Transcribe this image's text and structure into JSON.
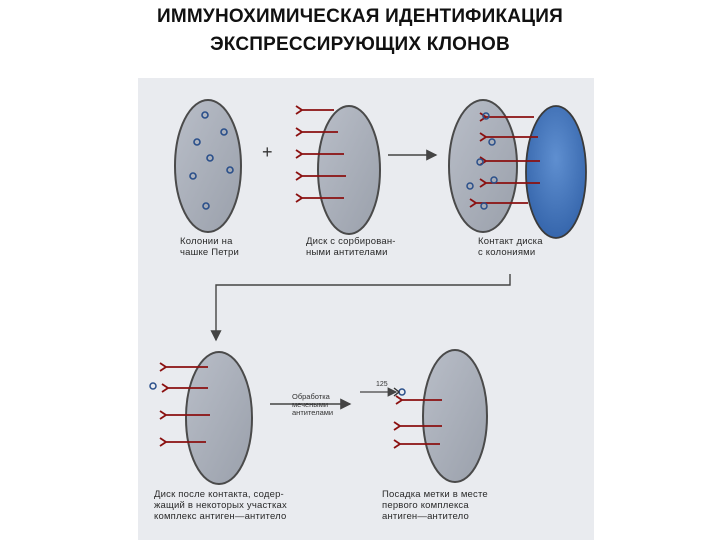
{
  "title": {
    "line1": "ИММУНОХИМИЧЕСКАЯ ИДЕНТИФИКАЦИЯ",
    "line2": "ЭКСПРЕССИРУЮЩИХ КЛОНОВ"
  },
  "diagram": {
    "plus_sign": "+",
    "isotope_label": "125",
    "captions": {
      "petri": [
        "Колонии на",
        "чашке Петри"
      ],
      "disk": [
        "Диск с сорбирован-",
        "ными антителами"
      ],
      "contact": [
        "Контакт диска",
        "с колониями"
      ],
      "after_contact": [
        "Диск после контакта, содер-",
        "жащий в некоторых участках",
        "комплекс антиген—антитело"
      ],
      "labeled": [
        "Посадка метки в месте",
        "первого комплекса",
        "антиген—антитело"
      ],
      "processing": [
        "Обработка",
        "мечеными",
        "антителами"
      ]
    },
    "colors": {
      "disk_fill": "#a9aeb8",
      "disk_outline": "#4a4a4a",
      "antibody": "#8b1010",
      "colony": "#2a4f8a",
      "blue_plate": "#3f73b8",
      "arrow": "#444444"
    }
  }
}
